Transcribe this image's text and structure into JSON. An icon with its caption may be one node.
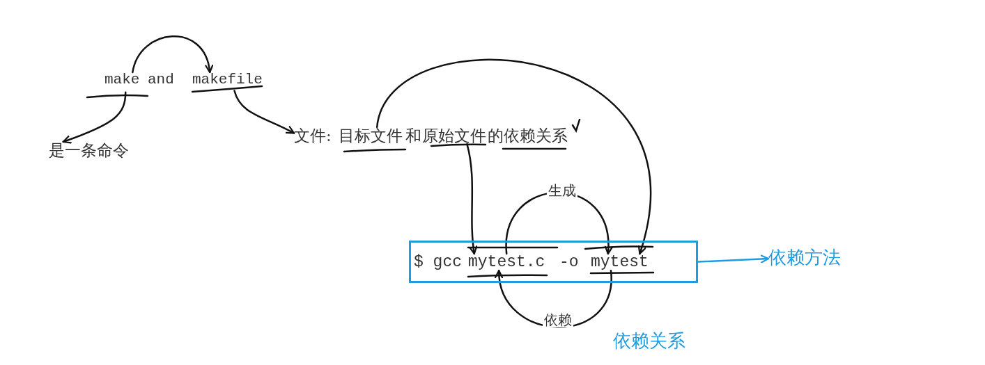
{
  "diagram": {
    "nodes": [
      {
        "text": [
          "make"
        ]
      },
      {
        "text": [
          "makefile"
        ]
      },
      {
        "text": [
          "是一条命令"
        ]
      },
      {
        "text": [
          "文件:"
        ]
      },
      {
        "text": [
          "目标文件"
        ]
      },
      {
        "text": [
          "原始文件"
        ]
      },
      {
        "text": [
          "$ gcc",
          "-o"
        ]
      },
      {
        "text": [
          "mytest.c"
        ],
        "in": 6
      },
      {
        "text": [
          "mytest"
        ],
        "in": 6
      },
      {
        "text": [
          "依赖方法"
        ]
      }
    ],
    "edges": [
      {
        "from": 0,
        "to": 1,
        "arrow": "to"
      },
      {
        "from": 0,
        "to": 2,
        "arrow": "to"
      },
      {
        "from": 1,
        "to": 3,
        "arrow": "to"
      },
      {
        "from": 4,
        "to": 8,
        "arrow": "to"
      },
      {
        "from": 5,
        "to": 7,
        "arrow": "to"
      },
      {
        "from": 7,
        "to": 8,
        "arrow": "to",
        "label": "生成"
      },
      {
        "from": 8,
        "to": 7,
        "arrow": "to",
        "label": "依赖"
      },
      {
        "from": 6,
        "to": 9,
        "arrow": "to",
        "color": "#1e9ce0"
      }
    ],
    "labels": [
      "and",
      "和",
      "的依赖关系",
      "依赖关系"
    ]
  }
}
